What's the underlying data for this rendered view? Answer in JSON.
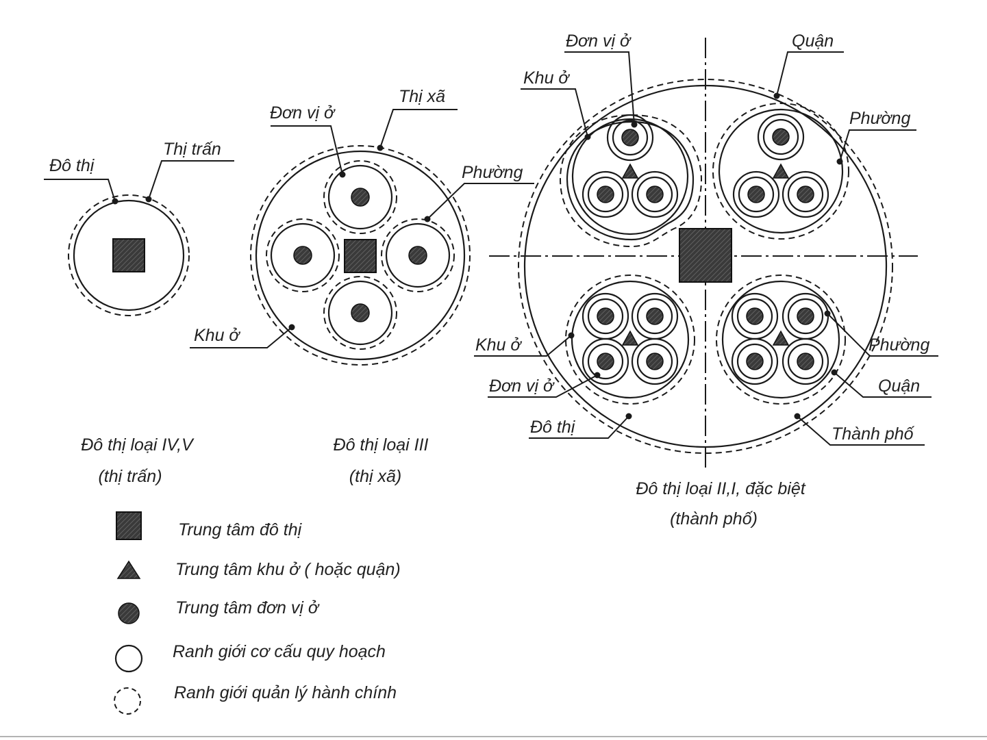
{
  "labels": {
    "do_thi_small": "Đô thị",
    "thi_tran": "Thị trấn",
    "don_vi_o_mid": "Đơn vị ở",
    "thi_xa": "Thị xã",
    "phuong_mid": "Phường",
    "khu_o_mid": "Khu ở",
    "don_vi_o_top": "Đơn vị ở",
    "khu_o_top": "Khu ở",
    "quan_top": "Quận",
    "phuong_top": "Phường",
    "khu_o_bottom": "Khu ở",
    "don_vi_o_bottom": "Đơn vị ở",
    "do_thi_bottom": "Đô thị",
    "phuong_bottom": "Phường",
    "quan_bottom": "Quận",
    "thanh_pho": "Thành phố"
  },
  "captions": {
    "type_iv_v": "Đô thị loại IV,V",
    "type_iv_v_sub": "(thị trấn)",
    "type_iii": "Đô thị loại III",
    "type_iii_sub": "(thị xã)",
    "type_ii_i": "Đô thị loại II,I, đặc biệt",
    "type_ii_i_sub": "(thành phố)"
  },
  "legend": {
    "urban_center": "Trung tâm đô thị",
    "district_center": "Trung tâm khu ở ( hoặc quận)",
    "unit_center": "Trung tâm đơn vị ở",
    "planning_boundary": "Ranh giới cơ cấu quy hoạch",
    "admin_boundary": "Ranh giới quản lý hành chính"
  }
}
